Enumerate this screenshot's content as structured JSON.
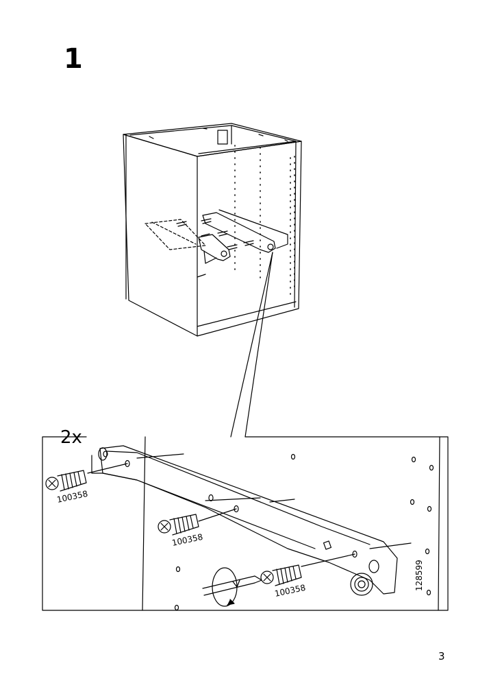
{
  "step": {
    "number": "1"
  },
  "detail": {
    "quantity": "2x",
    "screws": [
      {
        "part_number": "100358"
      },
      {
        "part_number": "100358"
      },
      {
        "part_number": "100358"
      }
    ],
    "runner_part_number": "128599"
  },
  "page": {
    "number": "3"
  },
  "icons": [
    "cabinet-illustration",
    "screwdriver-icon",
    "rotation-arrow-icon",
    "screw-icon"
  ]
}
